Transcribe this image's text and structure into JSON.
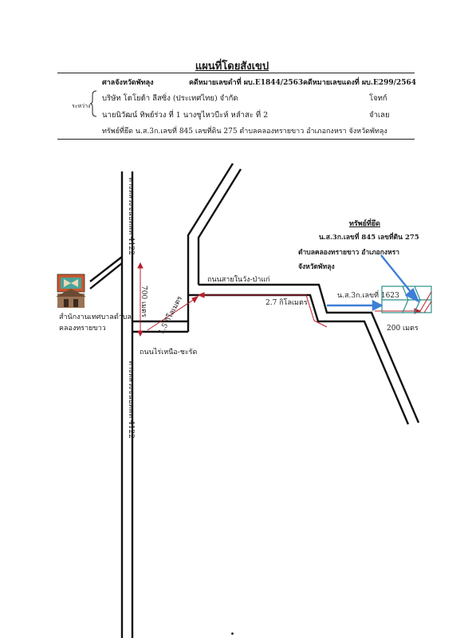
{
  "title": "แผนที่โดยสังเขป",
  "header": {
    "court": "ศาลจังหวัดพัทลุง",
    "case_black": "คดีหมายเลขดำที่ ผบ.E1844/2563",
    "case_red": "คดีหมายเลขแดงที่ ผบ.E299/2564",
    "between_label": "ระหว่าง",
    "plaintiff": "บริษัท โตโยต้า ลีสซิ่ง (ประเทศไทย) จำกัด",
    "plaintiff_role": "โจทก์",
    "defendant": "นายนิวัฒน์ ทิพย์ร่วง ที่ 1 นางซูไหวบีะห์ หลำสะ ที่ 2",
    "defendant_role": "จำเลย",
    "property": "ทรัพย์ที่ยึด น.ส.3ก.เลขที่ 845 เลขที่ดิน 275 ตำบลคลองทรายขาว อำเภอกงหรา จังหวัดพัทลุง"
  },
  "map": {
    "highway_top": "ทางหลวงชนบทพท 4122",
    "highway_bottom": "ทางหลวงชนบทพท 4122",
    "road_east": "ถนนสายในวัง-ป่าแก่",
    "road_south": "ถนนไร่เหนือ-ชะรัด",
    "dist_700": "700 เมตร",
    "dist_15": "1.5 กิโลเมตร",
    "dist_27": "2.7 กิโลเมตร",
    "dist_200": "200 เมตร",
    "office_line1": "สำนักงานเทศบาลตำบล",
    "office_line2": "คลองทรายขาว",
    "target_title": "ทรัพย์ที่ยึด",
    "target_line1": "น.ส.3ก.เลขที่ 845 เลขที่ดิน 275",
    "target_line2": "ตำบลคลองทรายขาว อำเภอกงหรา",
    "target_line3": "จังหวัดพัทลุง",
    "neighbor": "น.ส.3ก.เลขที่ 1623"
  },
  "colors": {
    "road": "#111111",
    "measure": "#b8202a",
    "arrow": "#3d7fd6",
    "parcel": "#2a8f8a"
  }
}
